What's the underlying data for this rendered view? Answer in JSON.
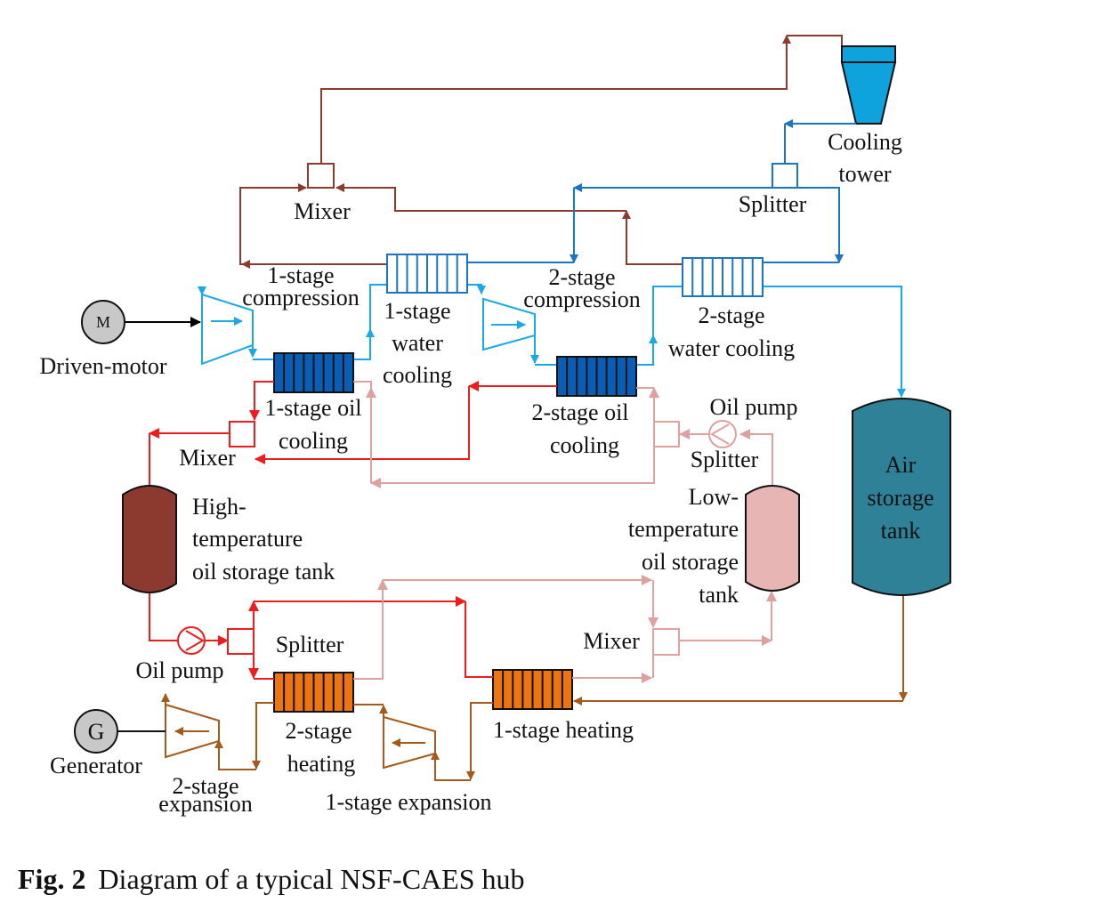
{
  "figure": {
    "caption_prefix": "Fig. 2",
    "caption_text": "Diagram of a typical NSF-CAES hub"
  },
  "colors": {
    "cooling_water_return": "#8e3a2e",
    "cooling_water_supply": "#1a75c4",
    "air_compression": "#1aa9e6",
    "hot_oil": "#ee1c1c",
    "cold_oil": "#dfa1a0",
    "air_expansion": "#a35a1a",
    "water_cooler_fill": "#ffffff",
    "oil_cooler_fill": "#0a5db5",
    "heater_fill": "#ec7411",
    "cooling_tower_fill": "#0ea3dd",
    "air_tank_fill": "#2e8196",
    "high_temp_tank_fill": "#8c3a30",
    "low_temp_tank_fill": "#e6b5b4",
    "motor_fill": "#c8c8c8"
  },
  "labels": {
    "cooling_tower": [
      "Cooling",
      "tower"
    ],
    "splitter_top": "Splitter",
    "mixer_top": "Mixer",
    "compression_1": [
      "1-stage",
      "compression"
    ],
    "compression_2": [
      "2-stage",
      "compression"
    ],
    "water_cooling_1": [
      "1-stage",
      "water",
      "cooling"
    ],
    "water_cooling_2": [
      "2-stage",
      "water cooling"
    ],
    "motor_symbol": "M",
    "driven_motor": "Driven-motor",
    "oil_cooling_1": [
      "1-stage oil",
      "cooling"
    ],
    "oil_cooling_2": [
      "2-stage oil",
      "cooling"
    ],
    "mixer_mid": "Mixer",
    "oil_pump_top": "Oil pump",
    "splitter_mid": "Splitter",
    "high_temp_tank": [
      "High-",
      "temperature",
      "oil storage tank"
    ],
    "low_temp_tank": [
      "Low-",
      "temperature",
      "oil storage",
      "tank"
    ],
    "air_tank": [
      "Air",
      "storage",
      "tank"
    ],
    "oil_pump_bottom": "Oil pump",
    "splitter_bottom": "Splitter",
    "mixer_bottom": "Mixer",
    "heating_2": [
      "2-stage",
      "heating"
    ],
    "heating_1": "1-stage heating",
    "generator_symbol": "G",
    "generator": "Generator",
    "expansion_2": [
      "2-stage",
      "expansion"
    ],
    "expansion_1": "1-stage expansion"
  }
}
